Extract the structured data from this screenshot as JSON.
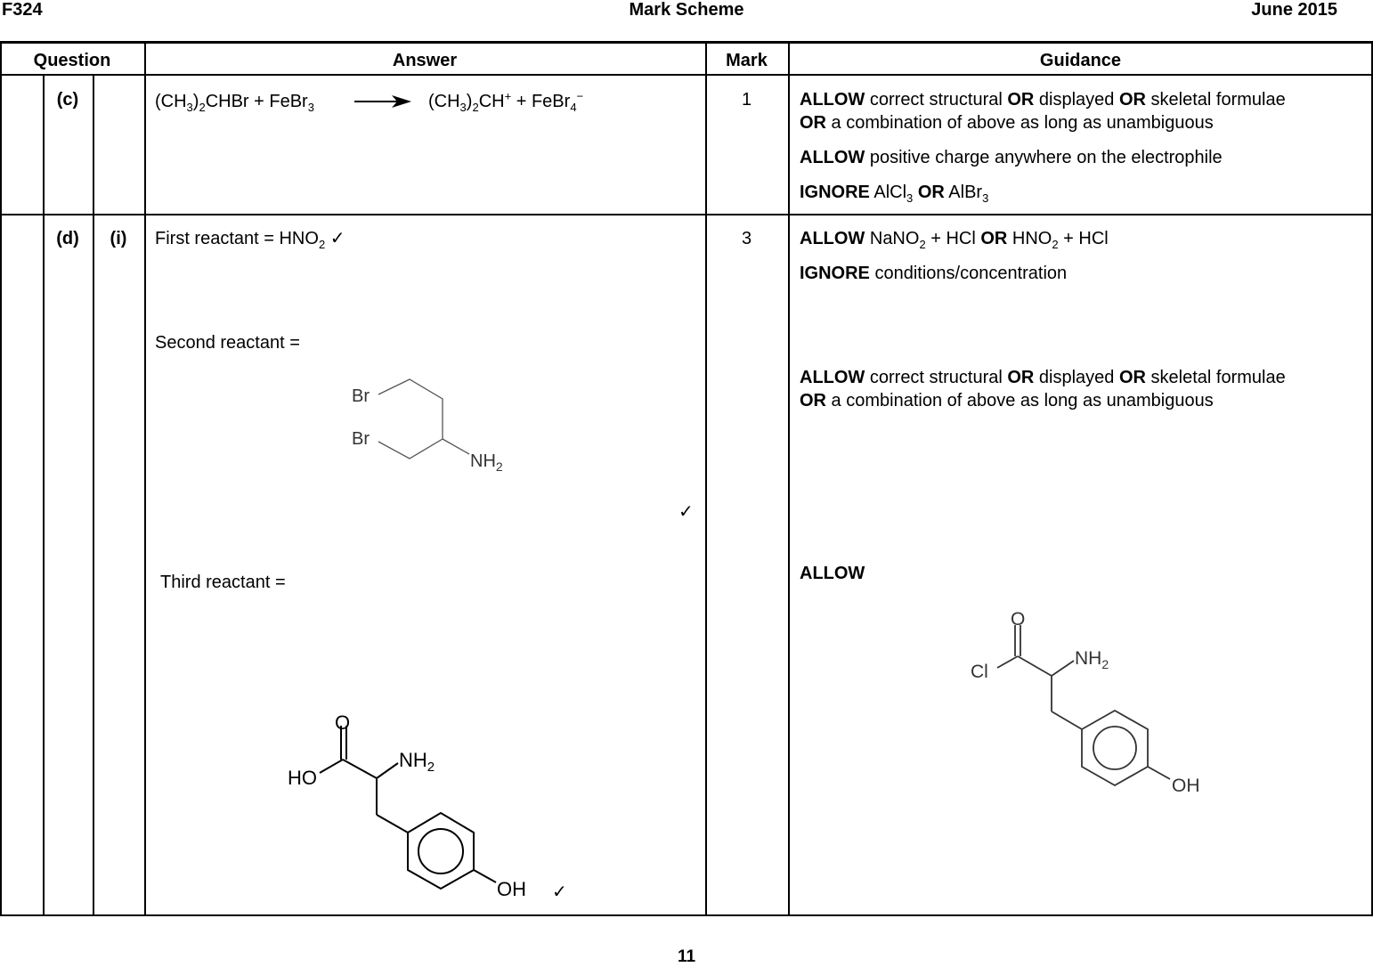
{
  "header": {
    "left": "F324",
    "center": "Mark Scheme",
    "right": "June 2015"
  },
  "table": {
    "columns": [
      "Question",
      "Answer",
      "Mark",
      "Guidance"
    ],
    "rows": [
      {
        "part": "(c)",
        "sub": "",
        "answer": {
          "lhs": [
            "(CH",
            "3",
            ")",
            "2",
            "CHBr + FeBr",
            "3"
          ],
          "rhs": [
            "(CH",
            "3",
            ")",
            "2",
            "CH",
            "+",
            " + FeBr",
            "4",
            "−"
          ]
        },
        "mark": "1",
        "guidance": {
          "line1": [
            "ALLOW",
            " correct structural ",
            "OR",
            " displayed ",
            "OR",
            " skeletal formulae"
          ],
          "line2": [
            "OR",
            " a combination of above as long as unambiguous"
          ],
          "line3": [
            "ALLOW",
            " positive charge anywhere on the electrophile"
          ],
          "line4": [
            "IGNORE",
            " AlCl",
            "3",
            " ",
            "OR",
            " AlBr",
            "3"
          ]
        }
      },
      {
        "part": "(d)",
        "sub": "(i)",
        "answer": {
          "first": [
            "First reactant = HNO",
            "2",
            " ✓"
          ],
          "second": "Second reactant =",
          "third": "Third reactant =",
          "tick": "✓",
          "mol2": {
            "br1": "Br",
            "br2": "Br",
            "nh2": "NH",
            "nh2_sub": "2"
          },
          "mol3": {
            "o": "O",
            "ho": "HO",
            "nh2": "NH",
            "nh2_sub": "2",
            "oh": "OH",
            "tick": "✓"
          }
        },
        "mark": "3",
        "guidance": {
          "line1": [
            "ALLOW",
            " NaNO",
            "2",
            " + HCl ",
            "OR",
            " HNO",
            "2",
            " + HCl"
          ],
          "line2": [
            "IGNORE",
            " conditions/concentration"
          ],
          "line3": [
            "ALLOW",
            " correct structural ",
            "OR",
            " displayed ",
            "OR",
            " skeletal formulae"
          ],
          "line4": [
            "OR",
            " a combination of above as long as unambiguous"
          ],
          "line5": "ALLOW",
          "mol": {
            "o": "O",
            "cl": "Cl",
            "nh2": "NH",
            "nh2_sub": "2",
            "oh": "OH"
          }
        }
      }
    ]
  },
  "footer": {
    "page": "11"
  }
}
